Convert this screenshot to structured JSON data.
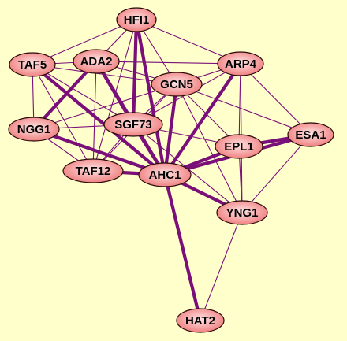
{
  "network": {
    "nodes": [
      {
        "id": "HFI1",
        "label": "HFI1"
      },
      {
        "id": "TAF5",
        "label": "TAF5"
      },
      {
        "id": "ADA2",
        "label": "ADA2"
      },
      {
        "id": "ARP4",
        "label": "ARP4"
      },
      {
        "id": "GCN5",
        "label": "GCN5"
      },
      {
        "id": "NGG1",
        "label": "NGG1"
      },
      {
        "id": "SGF73",
        "label": "SGF73"
      },
      {
        "id": "ESA1",
        "label": "ESA1"
      },
      {
        "id": "EPL1",
        "label": "EPL1"
      },
      {
        "id": "TAF12",
        "label": "TAF12"
      },
      {
        "id": "AHC1",
        "label": "AHC1"
      },
      {
        "id": "YNG1",
        "label": "YNG1"
      },
      {
        "id": "HAT2",
        "label": "HAT2"
      }
    ],
    "edges": [
      {
        "from": "HFI1",
        "to": "TAF5",
        "weight": "thin"
      },
      {
        "from": "HFI1",
        "to": "ADA2",
        "weight": "thin"
      },
      {
        "from": "HFI1",
        "to": "ARP4",
        "weight": "thin"
      },
      {
        "from": "HFI1",
        "to": "GCN5",
        "weight": "thin"
      },
      {
        "from": "HFI1",
        "to": "SGF73",
        "weight": "thick"
      },
      {
        "from": "HFI1",
        "to": "AHC1",
        "weight": "thick"
      },
      {
        "from": "HFI1",
        "to": "TAF12",
        "weight": "thin"
      },
      {
        "from": "TAF5",
        "to": "ADA2",
        "weight": "thin"
      },
      {
        "from": "TAF5",
        "to": "NGG1",
        "weight": "thin"
      },
      {
        "from": "TAF5",
        "to": "SGF73",
        "weight": "thin"
      },
      {
        "from": "TAF5",
        "to": "GCN5",
        "weight": "thin"
      },
      {
        "from": "TAF5",
        "to": "TAF12",
        "weight": "thin"
      },
      {
        "from": "TAF5",
        "to": "AHC1",
        "weight": "thick"
      },
      {
        "from": "ADA2",
        "to": "ARP4",
        "weight": "thin"
      },
      {
        "from": "ADA2",
        "to": "GCN5",
        "weight": "thin"
      },
      {
        "from": "ADA2",
        "to": "NGG1",
        "weight": "thick"
      },
      {
        "from": "ADA2",
        "to": "SGF73",
        "weight": "thick"
      },
      {
        "from": "ADA2",
        "to": "TAF12",
        "weight": "thin"
      },
      {
        "from": "ADA2",
        "to": "AHC1",
        "weight": "thick"
      },
      {
        "from": "ARP4",
        "to": "GCN5",
        "weight": "thin"
      },
      {
        "from": "ARP4",
        "to": "EPL1",
        "weight": "thin"
      },
      {
        "from": "ARP4",
        "to": "ESA1",
        "weight": "thin"
      },
      {
        "from": "ARP4",
        "to": "YNG1",
        "weight": "thin"
      },
      {
        "from": "ARP4",
        "to": "AHC1",
        "weight": "thick"
      },
      {
        "from": "ARP4",
        "to": "SGF73",
        "weight": "thin"
      },
      {
        "from": "GCN5",
        "to": "NGG1",
        "weight": "thin"
      },
      {
        "from": "GCN5",
        "to": "SGF73",
        "weight": "thin"
      },
      {
        "from": "GCN5",
        "to": "ESA1",
        "weight": "thin"
      },
      {
        "from": "GCN5",
        "to": "EPL1",
        "weight": "thin"
      },
      {
        "from": "GCN5",
        "to": "YNG1",
        "weight": "thin"
      },
      {
        "from": "GCN5",
        "to": "TAF12",
        "weight": "thin"
      },
      {
        "from": "GCN5",
        "to": "AHC1",
        "weight": "thick"
      },
      {
        "from": "NGG1",
        "to": "SGF73",
        "weight": "thin"
      },
      {
        "from": "NGG1",
        "to": "TAF12",
        "weight": "thin"
      },
      {
        "from": "NGG1",
        "to": "AHC1",
        "weight": "thick"
      },
      {
        "from": "SGF73",
        "to": "TAF12",
        "weight": "thin"
      },
      {
        "from": "SGF73",
        "to": "AHC1",
        "weight": "thick"
      },
      {
        "from": "SGF73",
        "to": "EPL1",
        "weight": "thin"
      },
      {
        "from": "SGF73",
        "to": "YNG1",
        "weight": "thin"
      },
      {
        "from": "ESA1",
        "to": "EPL1",
        "weight": "thick"
      },
      {
        "from": "ESA1",
        "to": "AHC1",
        "weight": "thick"
      },
      {
        "from": "ESA1",
        "to": "YNG1",
        "weight": "thin"
      },
      {
        "from": "EPL1",
        "to": "AHC1",
        "weight": "thick"
      },
      {
        "from": "EPL1",
        "to": "YNG1",
        "weight": "thin"
      },
      {
        "from": "TAF12",
        "to": "AHC1",
        "weight": "thick"
      },
      {
        "from": "AHC1",
        "to": "YNG1",
        "weight": "thick"
      },
      {
        "from": "AHC1",
        "to": "HAT2",
        "weight": "thick"
      },
      {
        "from": "YNG1",
        "to": "HAT2",
        "weight": "thin"
      }
    ]
  },
  "colors": {
    "background": "#FFFFCC",
    "edge": "#7A0F7A",
    "node_fill_light": "#FFE4E4",
    "node_fill_dark": "#EE7878",
    "node_border": "#2a0808"
  }
}
